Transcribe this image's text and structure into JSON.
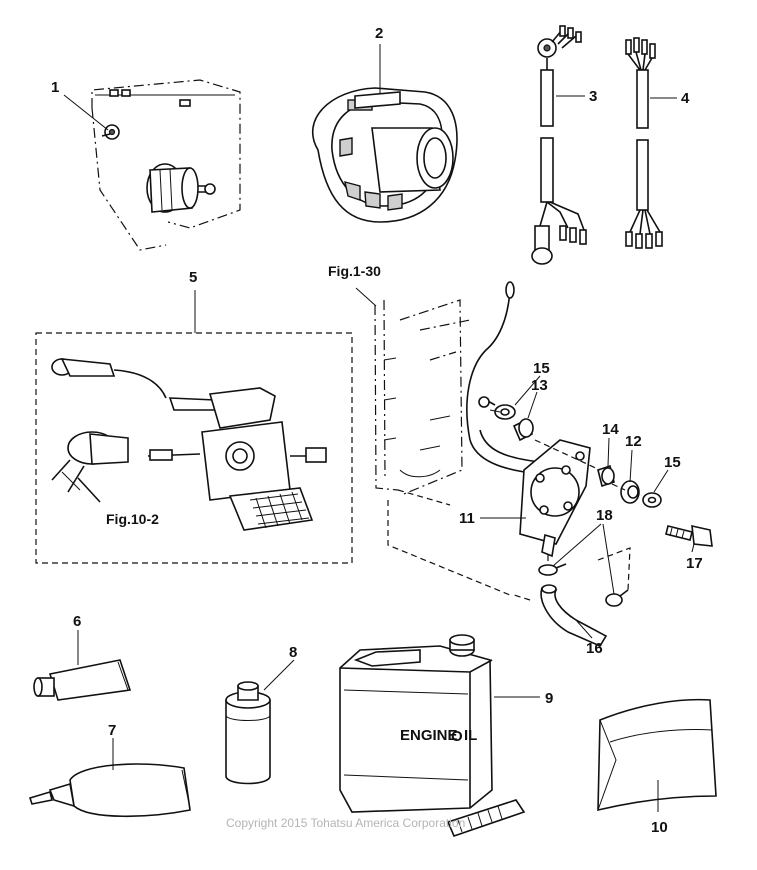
{
  "callouts": {
    "c1": "1",
    "c2": "2",
    "c3": "3",
    "c4": "4",
    "c5": "5",
    "c6": "6",
    "c7": "7",
    "c8": "8",
    "c9": "9",
    "c10": "10",
    "c11": "11",
    "c12": "12",
    "c13": "13",
    "c14": "14",
    "c15a": "15",
    "c15b": "15",
    "c16": "16",
    "c17": "17",
    "c18": "18"
  },
  "figure_refs": {
    "fig_1_30": "Fig.1-30",
    "fig_10_2": "Fig.10-2"
  },
  "oil_can": {
    "brand_word": "ENGINE",
    "brand_letter": "O",
    "brand_rest": "IL"
  },
  "copyright": "Copyright 2015 Tohatsu America Corporation"
}
